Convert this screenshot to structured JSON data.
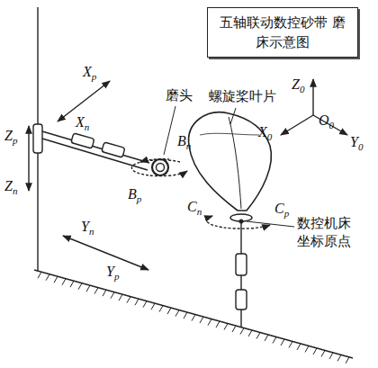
{
  "diagram": {
    "nodes": [
      {
        "text": [
          "五轴联动数控砂带 磨床示意图"
        ]
      }
    ],
    "labels": [
      "Zp",
      "Zn",
      "Xn",
      "Xp",
      "磨头",
      "Bn",
      "Bp",
      "螺旋桨叶片",
      "Z0",
      "O0",
      "X0",
      "Y0",
      "Yn",
      "Yp",
      "Cn",
      "Cp",
      "数控机床 坐标原点"
    ]
  }
}
